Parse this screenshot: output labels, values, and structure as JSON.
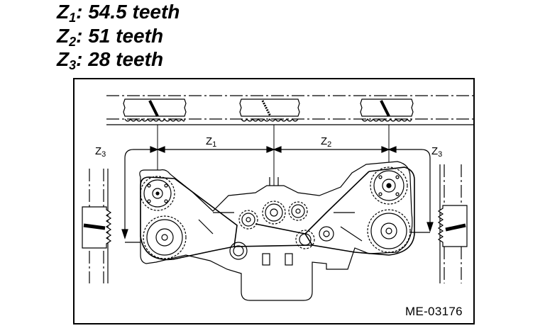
{
  "specs": [
    {
      "symbol": "Z",
      "sub": "1",
      "value": ": 54.5 teeth"
    },
    {
      "symbol": "Z",
      "sub": "2",
      "value": ": 51 teeth"
    },
    {
      "symbol": "Z",
      "sub": "3",
      "value": ": 28 teeth"
    }
  ],
  "dimensions": {
    "z1": {
      "symbol": "Z",
      "sub": "1"
    },
    "z2": {
      "symbol": "Z",
      "sub": "2"
    },
    "z3_left": {
      "symbol": "Z",
      "sub": "3"
    },
    "z3_right": {
      "symbol": "Z",
      "sub": "3"
    }
  },
  "figure_code": "ME-03176"
}
